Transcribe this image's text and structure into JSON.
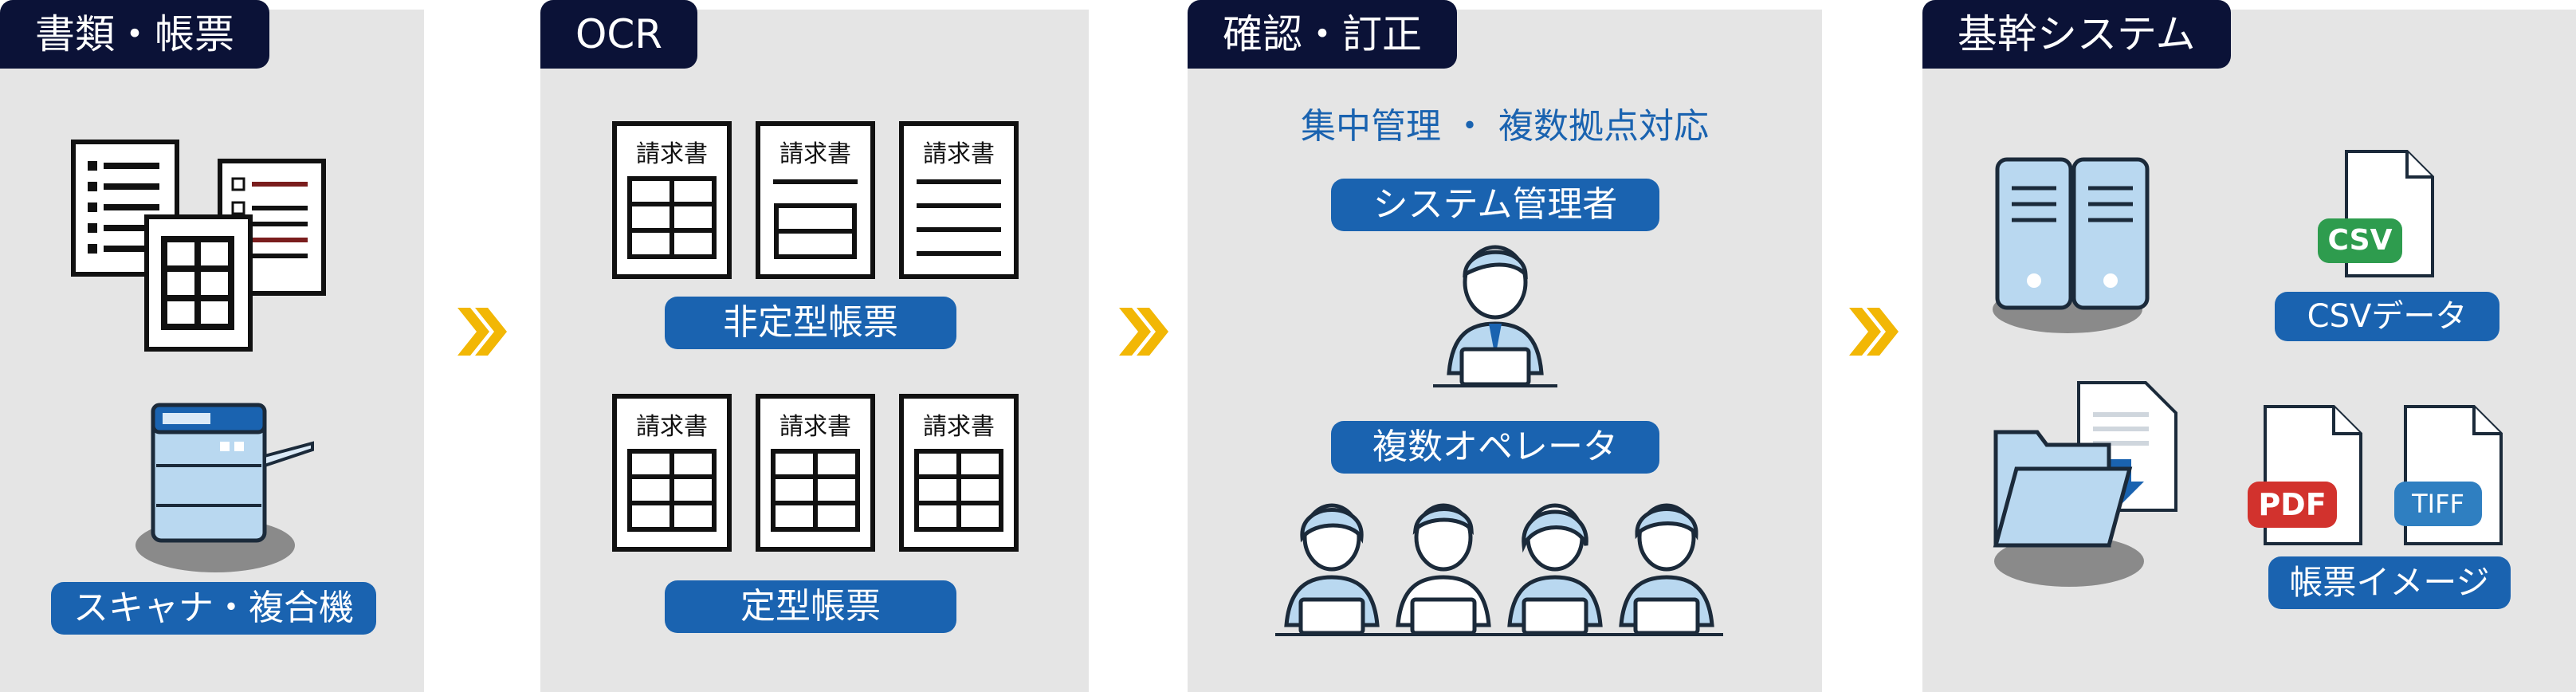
{
  "panels": {
    "documents": {
      "title": "書類・帳票",
      "label": "スキャナ・複合機"
    },
    "ocr": {
      "title": "OCR",
      "doc_title": "請求書",
      "non_standard_label": "非定型帳票",
      "standard_label": "定型帳票"
    },
    "review": {
      "title": "確認・訂正",
      "subtitle": "集中管理 ・ 複数拠点対応",
      "admin_label": "システム管理者",
      "operators_label": "複数オペレータ"
    },
    "core": {
      "title": "基幹システム",
      "csv_badge": "CSV",
      "csv_label": "CSVデータ",
      "pdf_badge": "PDF",
      "tiff_badge": "TIFF",
      "image_label": "帳票イメージ"
    }
  },
  "colors": {
    "navy": "#0b1237",
    "blue": "#1a63b0",
    "light_blue": "#b9d8f0",
    "panel_gray": "#e5e5e5",
    "arrow_yellow": "#f2b705",
    "csv_green": "#2e9c4e",
    "pdf_red": "#d2322d",
    "tiff_blue": "#2f7fc1"
  },
  "icons": [
    "document-stack-icon",
    "multifunction-printer-icon",
    "invoice-icon",
    "person-laptop-icon",
    "server-icon",
    "folder-download-icon",
    "file-icon",
    "double-chevron-icon"
  ]
}
